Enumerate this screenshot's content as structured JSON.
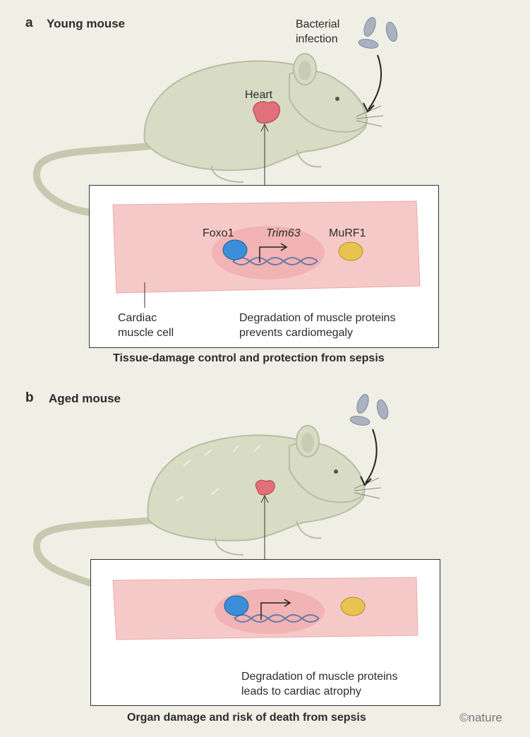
{
  "panel_a": {
    "letter": "a",
    "title": "Young mouse",
    "infection_label": [
      "Bacterial",
      "infection"
    ],
    "heart_label": "Heart",
    "foxo1_label": "Foxo1",
    "gene_label": "Trim63",
    "murf1_label": "MuRF1",
    "cell_label": [
      "Cardiac",
      "muscle cell"
    ],
    "outcome_label": [
      "Degradation of muscle proteins",
      "prevents cardiomegaly"
    ],
    "caption": "Tissue-damage control and protection from sepsis"
  },
  "panel_b": {
    "letter": "b",
    "title": "Aged mouse",
    "outcome_label": [
      "Degradation of muscle proteins",
      "leads to cardiac atrophy"
    ],
    "caption": "Organ damage and risk of death from sepsis"
  },
  "credit": "©nature",
  "colors": {
    "background": "#efefe6",
    "mouse_fill": "#d9dcc4",
    "mouse_stroke": "#b9bda2",
    "heart": "#e0707a",
    "muscle": "#f6c9c9",
    "nucleus": "#efa9ab",
    "foxo1": "#3a8fd8",
    "murf1": "#e8c350",
    "bacteria": "#aab2c2",
    "dna": "#6878a8"
  }
}
